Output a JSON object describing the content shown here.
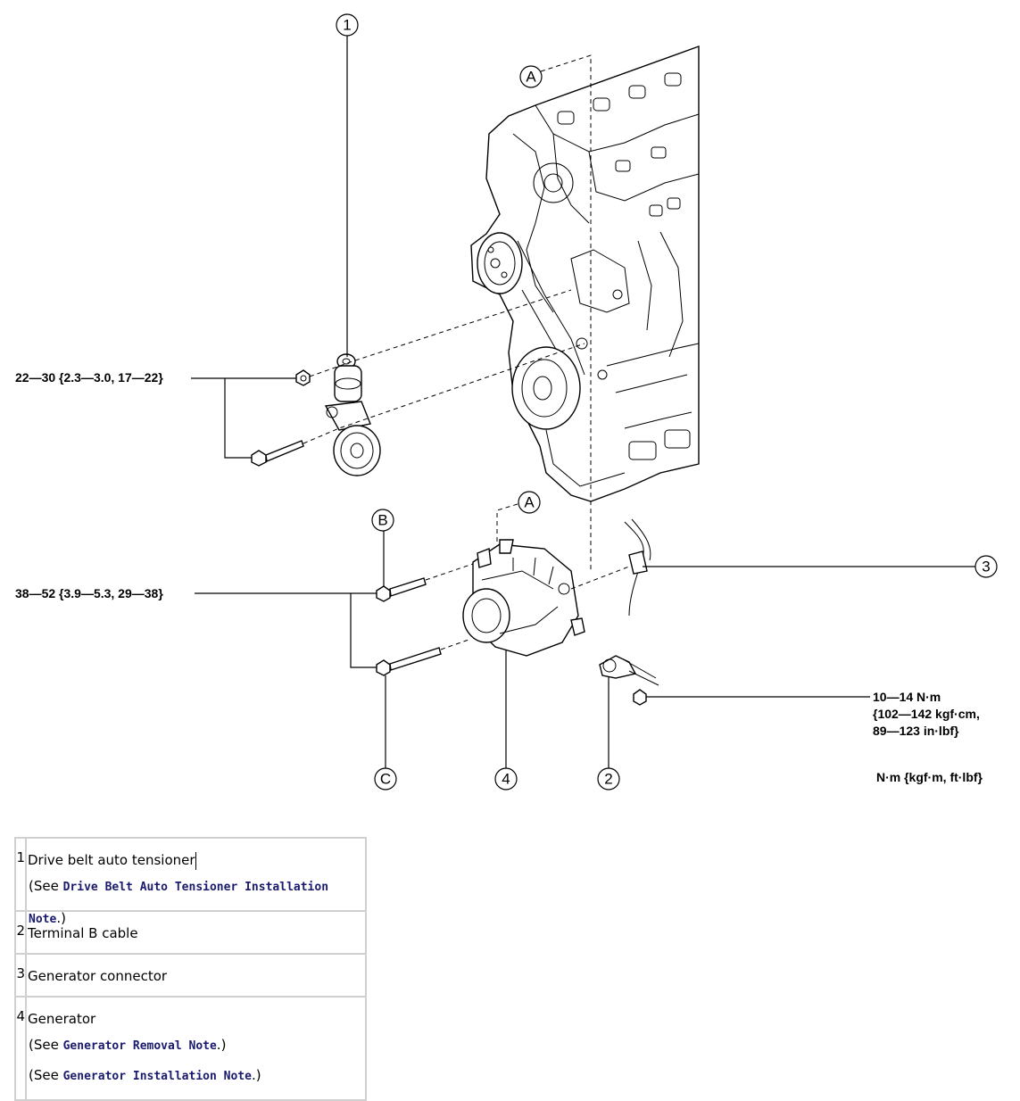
{
  "callouts": {
    "one": "1",
    "two": "2",
    "three": "3",
    "four": "4",
    "a_upper": "A",
    "a_lower": "A",
    "b": "B",
    "c": "C"
  },
  "torques": {
    "tensioner": "22—30 {2.3—3.0, 17—22}",
    "generator": "38—52 {3.9—5.3, 29—38}",
    "terminal_line1": "10—14 N·m",
    "terminal_line2": "{102—142 kgf·cm,",
    "terminal_line3": "89—123 in·lbf}",
    "units": "N·m {kgf·m, ft·lbf}"
  },
  "parts": [
    {
      "num": "1",
      "name": "Drive belt auto tensioner",
      "notes": [
        {
          "prefix": "(See ",
          "link": "Drive Belt Auto Tensioner Installation Note",
          "suffix": ".)"
        }
      ]
    },
    {
      "num": "2",
      "name": "Terminal B cable",
      "notes": []
    },
    {
      "num": "3",
      "name": "Generator connector",
      "notes": []
    },
    {
      "num": "4",
      "name": "Generator",
      "notes": [
        {
          "prefix": "(See ",
          "link": "Generator Removal Note",
          "suffix": ".)"
        },
        {
          "prefix": "(See ",
          "link": "Generator Installation Note",
          "suffix": ".)"
        }
      ]
    }
  ]
}
